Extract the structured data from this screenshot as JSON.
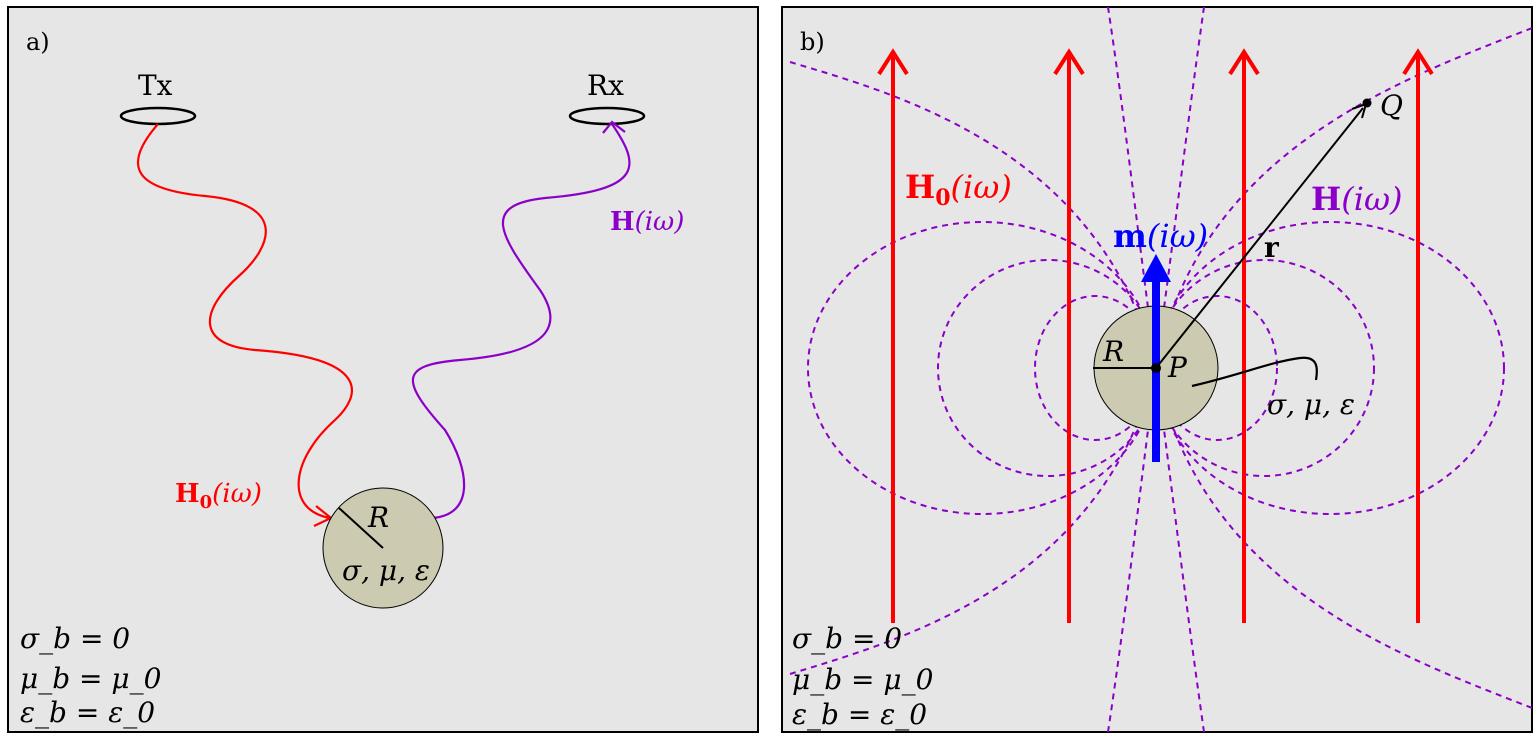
{
  "colors": {
    "panel_bg": "#e6e6e6",
    "sphere": "#cccab0",
    "primary": "#ff0000",
    "secondary": "#8a00c8",
    "moment": "#0000ff",
    "ink": "#000000"
  },
  "panel_a": {
    "tag": "a)",
    "tx_label": "Tx",
    "rx_label": "Rx",
    "primary_field_vec": "H",
    "primary_field_sub": "0",
    "primary_field_arg": "(iω)",
    "secondary_field_vec": "H",
    "secondary_field_arg": "(iω)",
    "radius_label": "R",
    "props_label": "σ, μ, ε",
    "bg_sigma": "σ_b = 0",
    "bg_mu": "μ_b = μ_0",
    "bg_eps": "ε_b = ε_0"
  },
  "panel_b": {
    "tag": "b)",
    "primary_field_vec": "H",
    "primary_field_sub": "0",
    "primary_field_arg": "(iω)",
    "secondary_field_vec": "H",
    "secondary_field_arg": "(iω)",
    "moment_vec": "m",
    "moment_arg": "(iω)",
    "r_label": "r",
    "q_label": "Q",
    "p_label": "P",
    "radius_label": "R",
    "props_label": "σ, μ, ε",
    "bg_sigma": "σ_b = 0",
    "bg_mu": "μ_b = μ_0",
    "bg_eps": "ε_b = ε_0"
  }
}
